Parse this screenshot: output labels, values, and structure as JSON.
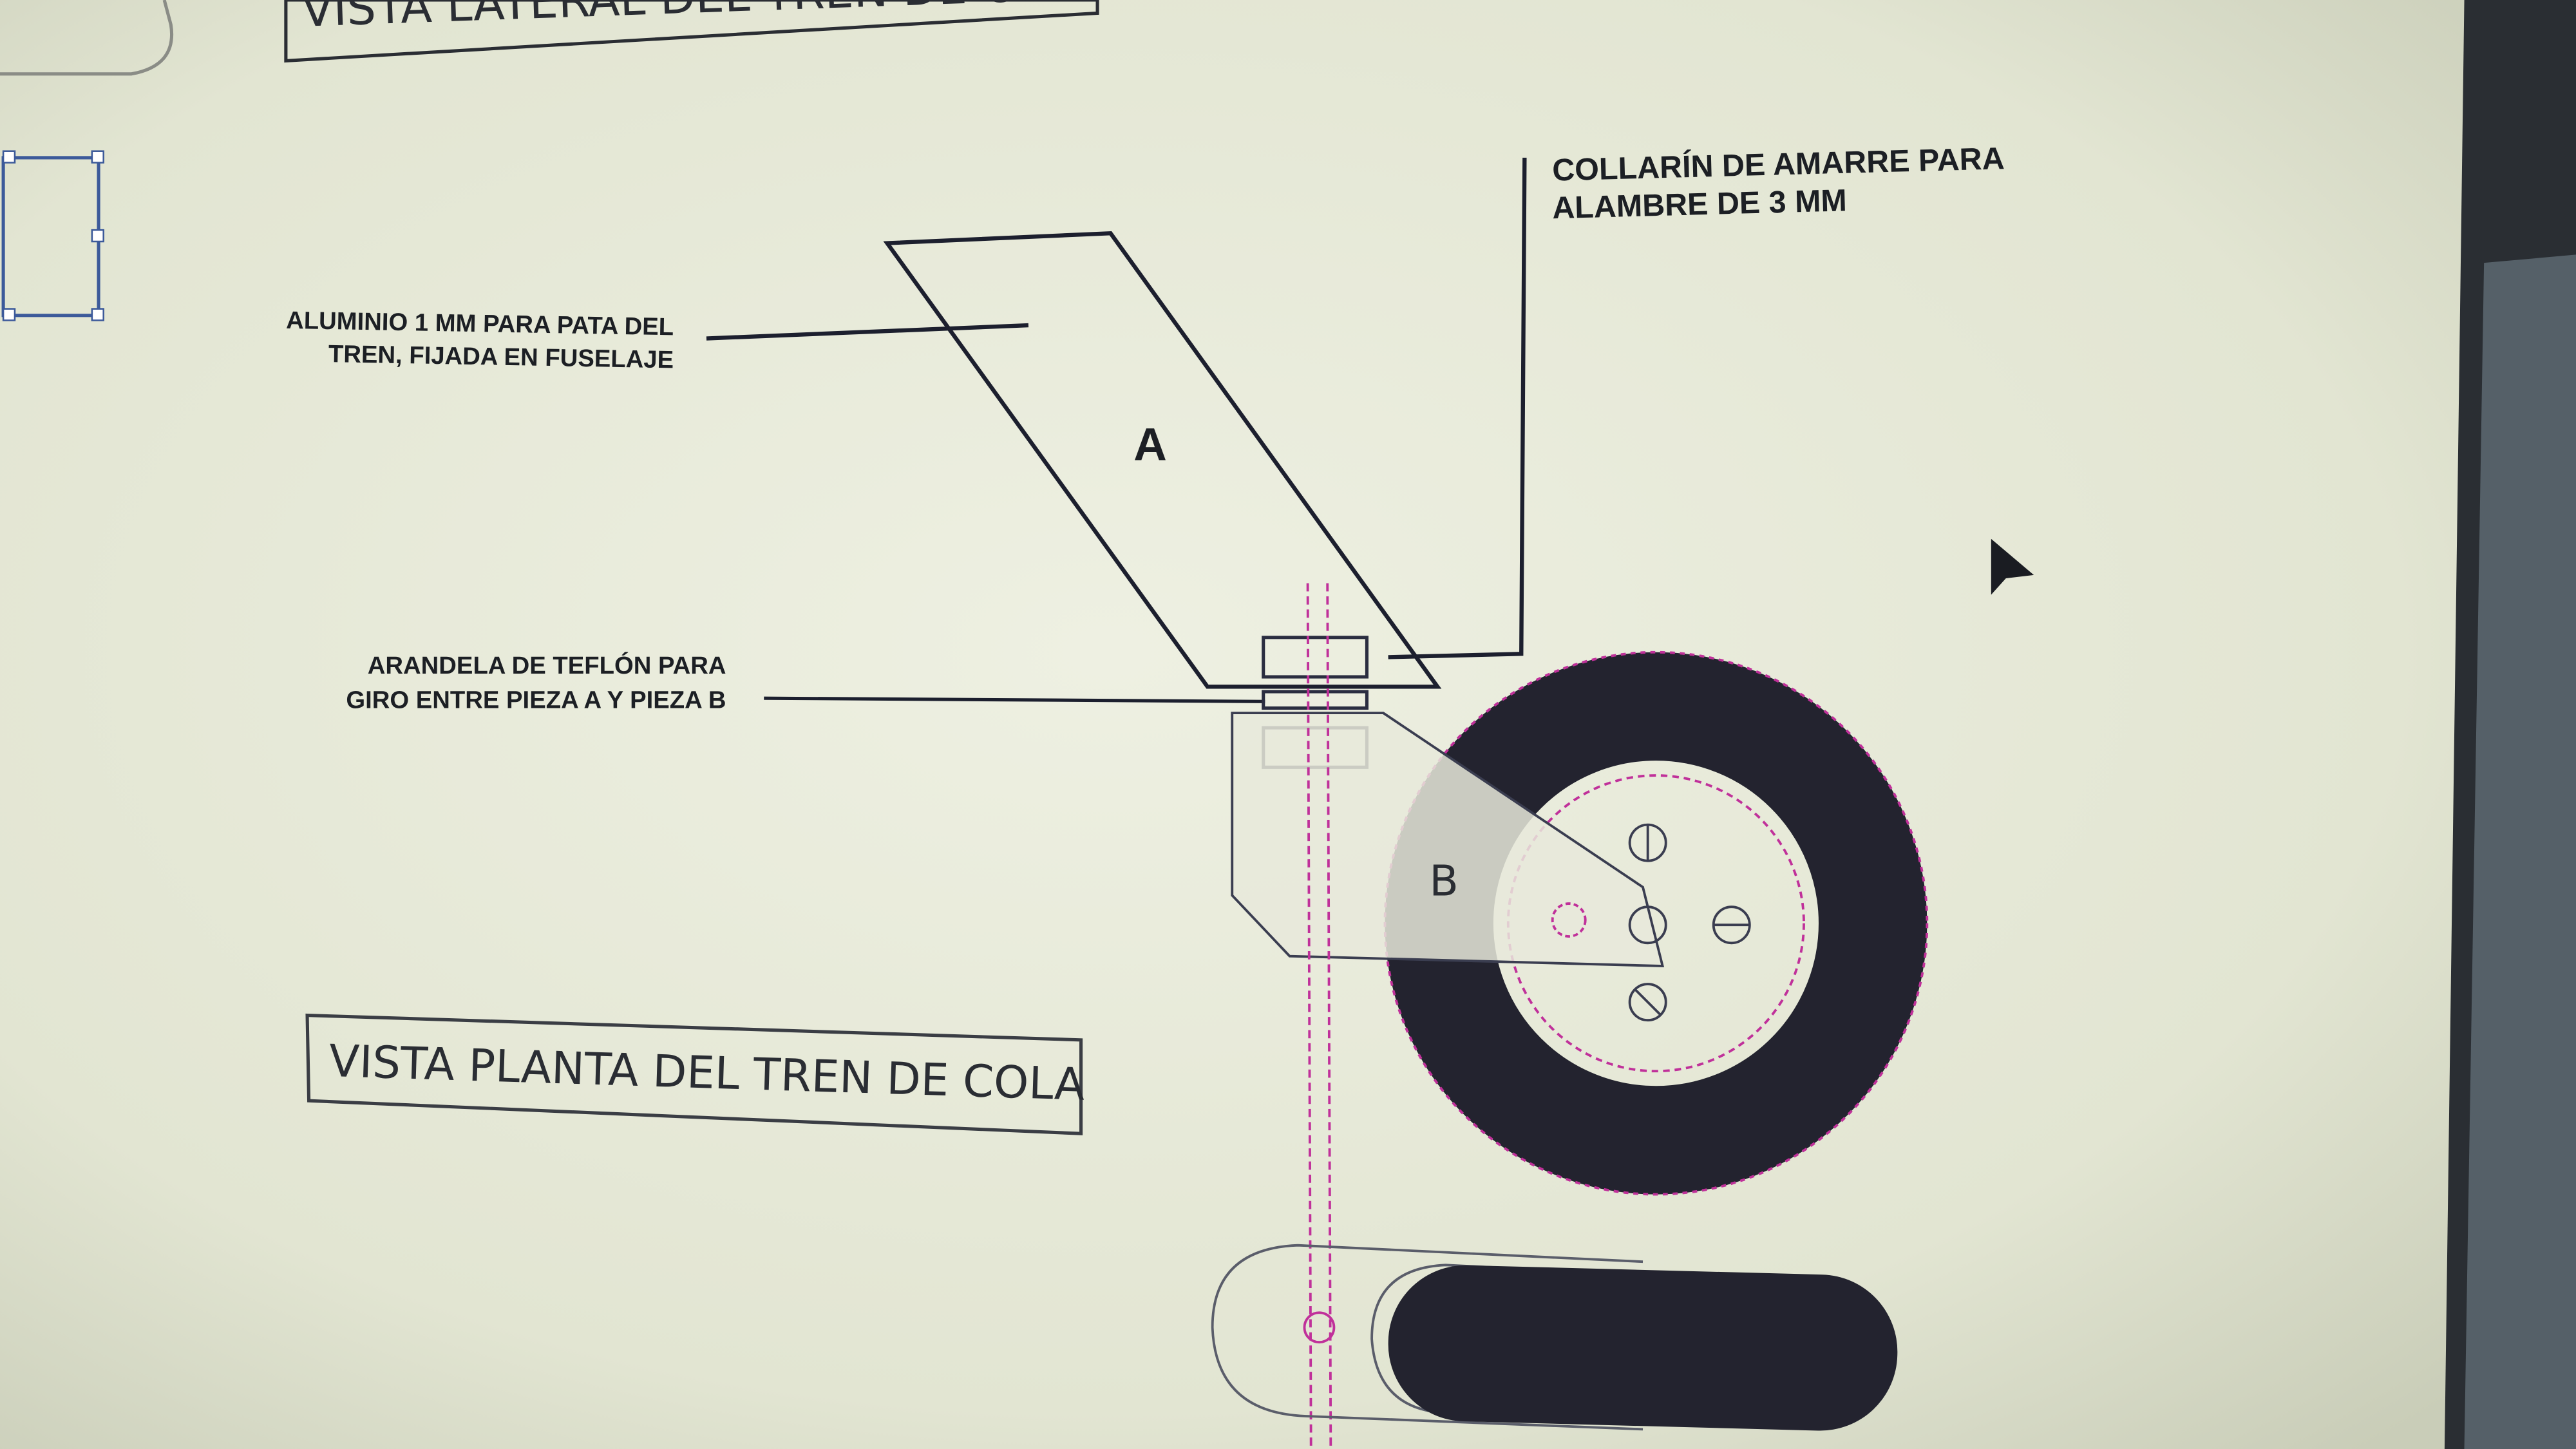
{
  "drawing": {
    "top_title": "VISTA LATERAL DEL TREN DE COLA",
    "plan_title": "VISTA PLANTA DEL TREN DE COLA",
    "label_aluminio": [
      "ALUMINIO 1 MM PARA PATA DEL",
      "TREN, FIJADA EN FUSELAJE"
    ],
    "label_collarin": [
      "COLLARÍN DE AMARRE PARA",
      "ALAMBRE DE 3 MM"
    ],
    "label_arandela": [
      "ARANDELA DE TEFLÓN PARA",
      "GIRO ENTRE PIEZA A Y PIEZA B"
    ],
    "piece_a": "A",
    "piece_b": "B"
  },
  "colors": {
    "screen_bg": "#e4e6d6",
    "line": "#1c1f2e",
    "tire": "#23232f",
    "dashed_axis": "#c0309a",
    "bezel": "#2a2e33"
  },
  "icons": [
    "mouse-cursor-icon"
  ]
}
